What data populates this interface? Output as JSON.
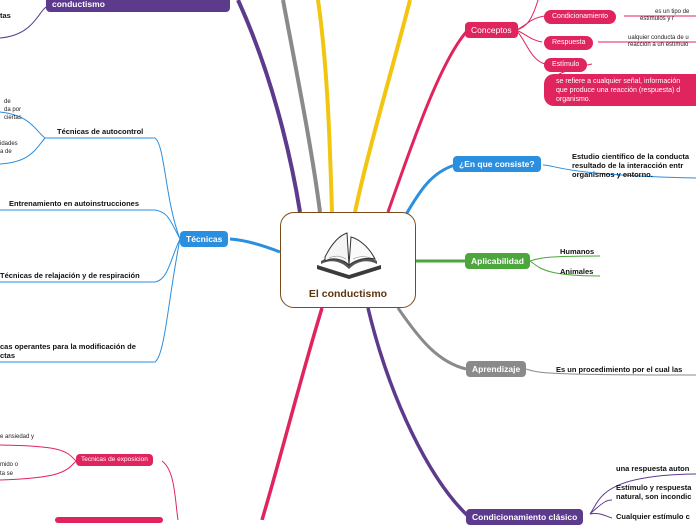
{
  "colors": {
    "tecnicas": "#2b8fe0",
    "que_consiste": "#2b8fe0",
    "aplicabilidad": "#4ca63c",
    "aprendizaje": "#8a8a8a",
    "conceptos": "#e0245e",
    "exposicion": "#e0245e",
    "condicionamiento_clasico": "#5c3a8c",
    "conductismo_top": "#5c3a8c",
    "yellow_branch": "#f2c511",
    "central_border": "#7a4a1a"
  },
  "central": {
    "title": "El conductismo",
    "icon": "open-book-icon"
  },
  "top": {
    "purple_label": "conductismo",
    "left_fragment": "tas"
  },
  "conceptos": {
    "label": "Conceptos",
    "items": [
      "Condicionamiento",
      "Respuesta",
      "Estímulo"
    ],
    "condicionamiento_note": [
      "es un tipo de",
      "estímulos y r"
    ],
    "respuesta_note": [
      "ualquier conducta de u",
      "reacción a un estímulo"
    ],
    "estimulo_def": [
      "se refiere a cualquier señal, información",
      "que produce una reacción (respuesta) d",
      "organismo."
    ]
  },
  "consiste": {
    "label": "¿En que consiste?",
    "text": [
      "Estudio científico de la conducta",
      "resultado de la interacción entr",
      "organismos y entorno."
    ]
  },
  "aplicabilidad": {
    "label": "Aplicabilidad",
    "items": [
      "Humanos",
      "Animales"
    ]
  },
  "aprendizaje": {
    "label": "Aprendizaje",
    "text": "Es un procedimiento por el cual las"
  },
  "clasico": {
    "label": "Condicionamiento clásico",
    "items": [
      [
        "una respuesta auton"
      ],
      [
        "Estímulo y respuesta",
        "natural, son incondic"
      ],
      [
        "Cualquier estímulo c"
      ]
    ]
  },
  "tecnicas": {
    "label": "Técnicas",
    "items": [
      "Técnicas de autocontrol",
      "Entrenamiento en autoinstrucciones",
      "Técnicas de relajación y de respiración",
      "cas operantes para la modificación de",
      "ctas"
    ],
    "autocontrol_notes_a": [
      "de",
      "da por",
      "ciertas"
    ],
    "autocontrol_notes_b": [
      "idades",
      "a de"
    ]
  },
  "exposicion": {
    "label": "Tecnicas de exposicion",
    "notes": [
      "e ansiedad y",
      "mido o",
      "ta se"
    ]
  }
}
